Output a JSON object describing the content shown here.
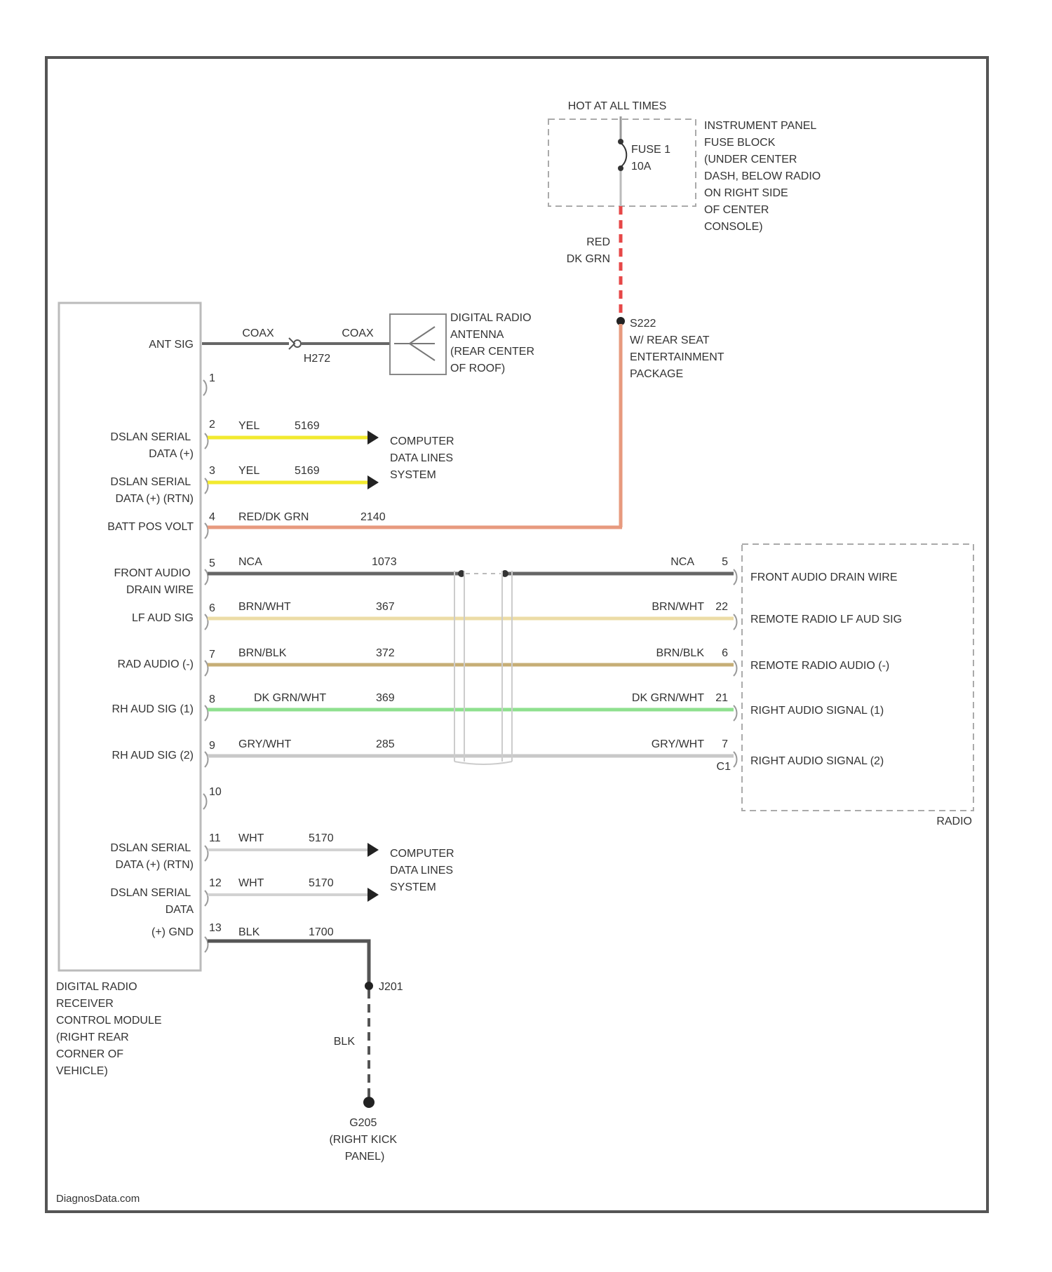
{
  "hot_label": "HOT AT ALL TIMES",
  "fuse": {
    "name": "FUSE 1",
    "rating": "10A"
  },
  "fuse_block_lines": [
    "INSTRUMENT PANEL",
    "FUSE BLOCK",
    "(UNDER CENTER",
    "DASH, BELOW RADIO",
    "ON RIGHT SIDE",
    "OF CENTER",
    "CONSOLE)"
  ],
  "feed": {
    "colors": [
      "RED",
      "DK GRN"
    ],
    "splice": "S222",
    "note_lines": [
      "W/ REAR SEAT",
      "ENTERTAINMENT",
      "PACKAGE"
    ]
  },
  "antenna": {
    "label_lines": [
      "DIGITAL RADIO",
      "ANTENNA",
      "(REAR CENTER",
      "OF ROOF)"
    ],
    "coax_left": "COAX",
    "coax_right": "COAX",
    "connector": "H272"
  },
  "module": {
    "ant_label": "ANT SIG",
    "label_lines": [
      "DIGITAL RADIO",
      "RECEIVER",
      "CONTROL MODULE",
      "(RIGHT REAR",
      "CORNER OF",
      "VEHICLE)"
    ],
    "pins": [
      {
        "pin": "1",
        "label": []
      },
      {
        "pin": "2",
        "label": [
          "DSLAN SERIAL",
          "DATA (+)"
        ],
        "wire": "YEL",
        "circuit": "5169"
      },
      {
        "pin": "3",
        "label": [
          "DSLAN SERIAL",
          "DATA (+) (RTN)"
        ],
        "wire": "YEL",
        "circuit": "5169"
      },
      {
        "pin": "4",
        "label": [
          "BATT POS VOLT"
        ],
        "wire": "RED/DK GRN",
        "circuit": "2140"
      },
      {
        "pin": "5",
        "label": [
          "FRONT AUDIO",
          "DRAIN WIRE"
        ],
        "wire": "NCA",
        "circuit": "1073"
      },
      {
        "pin": "6",
        "label": [
          "LF AUD SIG"
        ],
        "wire": "BRN/WHT",
        "circuit": "367"
      },
      {
        "pin": "7",
        "label": [
          "RAD AUDIO (-)"
        ],
        "wire": "BRN/BLK",
        "circuit": "372"
      },
      {
        "pin": "8",
        "label": [
          "RH AUD SIG (1)"
        ],
        "wire": "DK GRN/WHT",
        "circuit": "369"
      },
      {
        "pin": "9",
        "label": [
          "RH AUD SIG (2)"
        ],
        "wire": "GRY/WHT",
        "circuit": "285"
      },
      {
        "pin": "10",
        "label": []
      },
      {
        "pin": "11",
        "label": [
          "DSLAN SERIAL",
          "DATA (+) (RTN)"
        ],
        "wire": "WHT",
        "circuit": "5170"
      },
      {
        "pin": "12",
        "label": [
          "DSLAN SERIAL",
          "DATA"
        ],
        "wire": "WHT",
        "circuit": "5170"
      },
      {
        "pin": "13",
        "label": [
          "(+) GND"
        ],
        "wire": "BLK",
        "circuit": "1700"
      }
    ]
  },
  "cds_label_lines": [
    "COMPUTER",
    "DATA LINES",
    "SYSTEM"
  ],
  "radio": {
    "name": "RADIO",
    "connector": "C1",
    "pins": [
      {
        "pin": "5",
        "wire": "NCA",
        "label": "FRONT AUDIO DRAIN WIRE"
      },
      {
        "pin": "22",
        "wire": "BRN/WHT",
        "label": "REMOTE RADIO LF AUD SIG"
      },
      {
        "pin": "6",
        "wire": "BRN/BLK",
        "label": "REMOTE RADIO AUDIO (-)"
      },
      {
        "pin": "21",
        "wire": "DK GRN/WHT",
        "label": "RIGHT AUDIO SIGNAL (1)"
      },
      {
        "pin": "7",
        "wire": "GRY/WHT",
        "label": "RIGHT AUDIO SIGNAL (2)"
      }
    ]
  },
  "ground": {
    "splice": "J201",
    "wire": "BLK",
    "label_lines": [
      "G205",
      "(RIGHT KICK",
      "PANEL)"
    ]
  },
  "footer": "DiagnosData.com",
  "colors": {
    "yel": "#f2ea2e",
    "red_dkgrn": "#e79a7e",
    "nca": "#666666",
    "brn_wht": "#ecdca6",
    "brn_blk": "#c6ae76",
    "dkgrn_wht": "#8fe08f",
    "gry_wht": "#c8c8c8",
    "wht": "#d2d2d2",
    "blk": "#555555",
    "red": "#e64848",
    "frame": "#555555"
  }
}
